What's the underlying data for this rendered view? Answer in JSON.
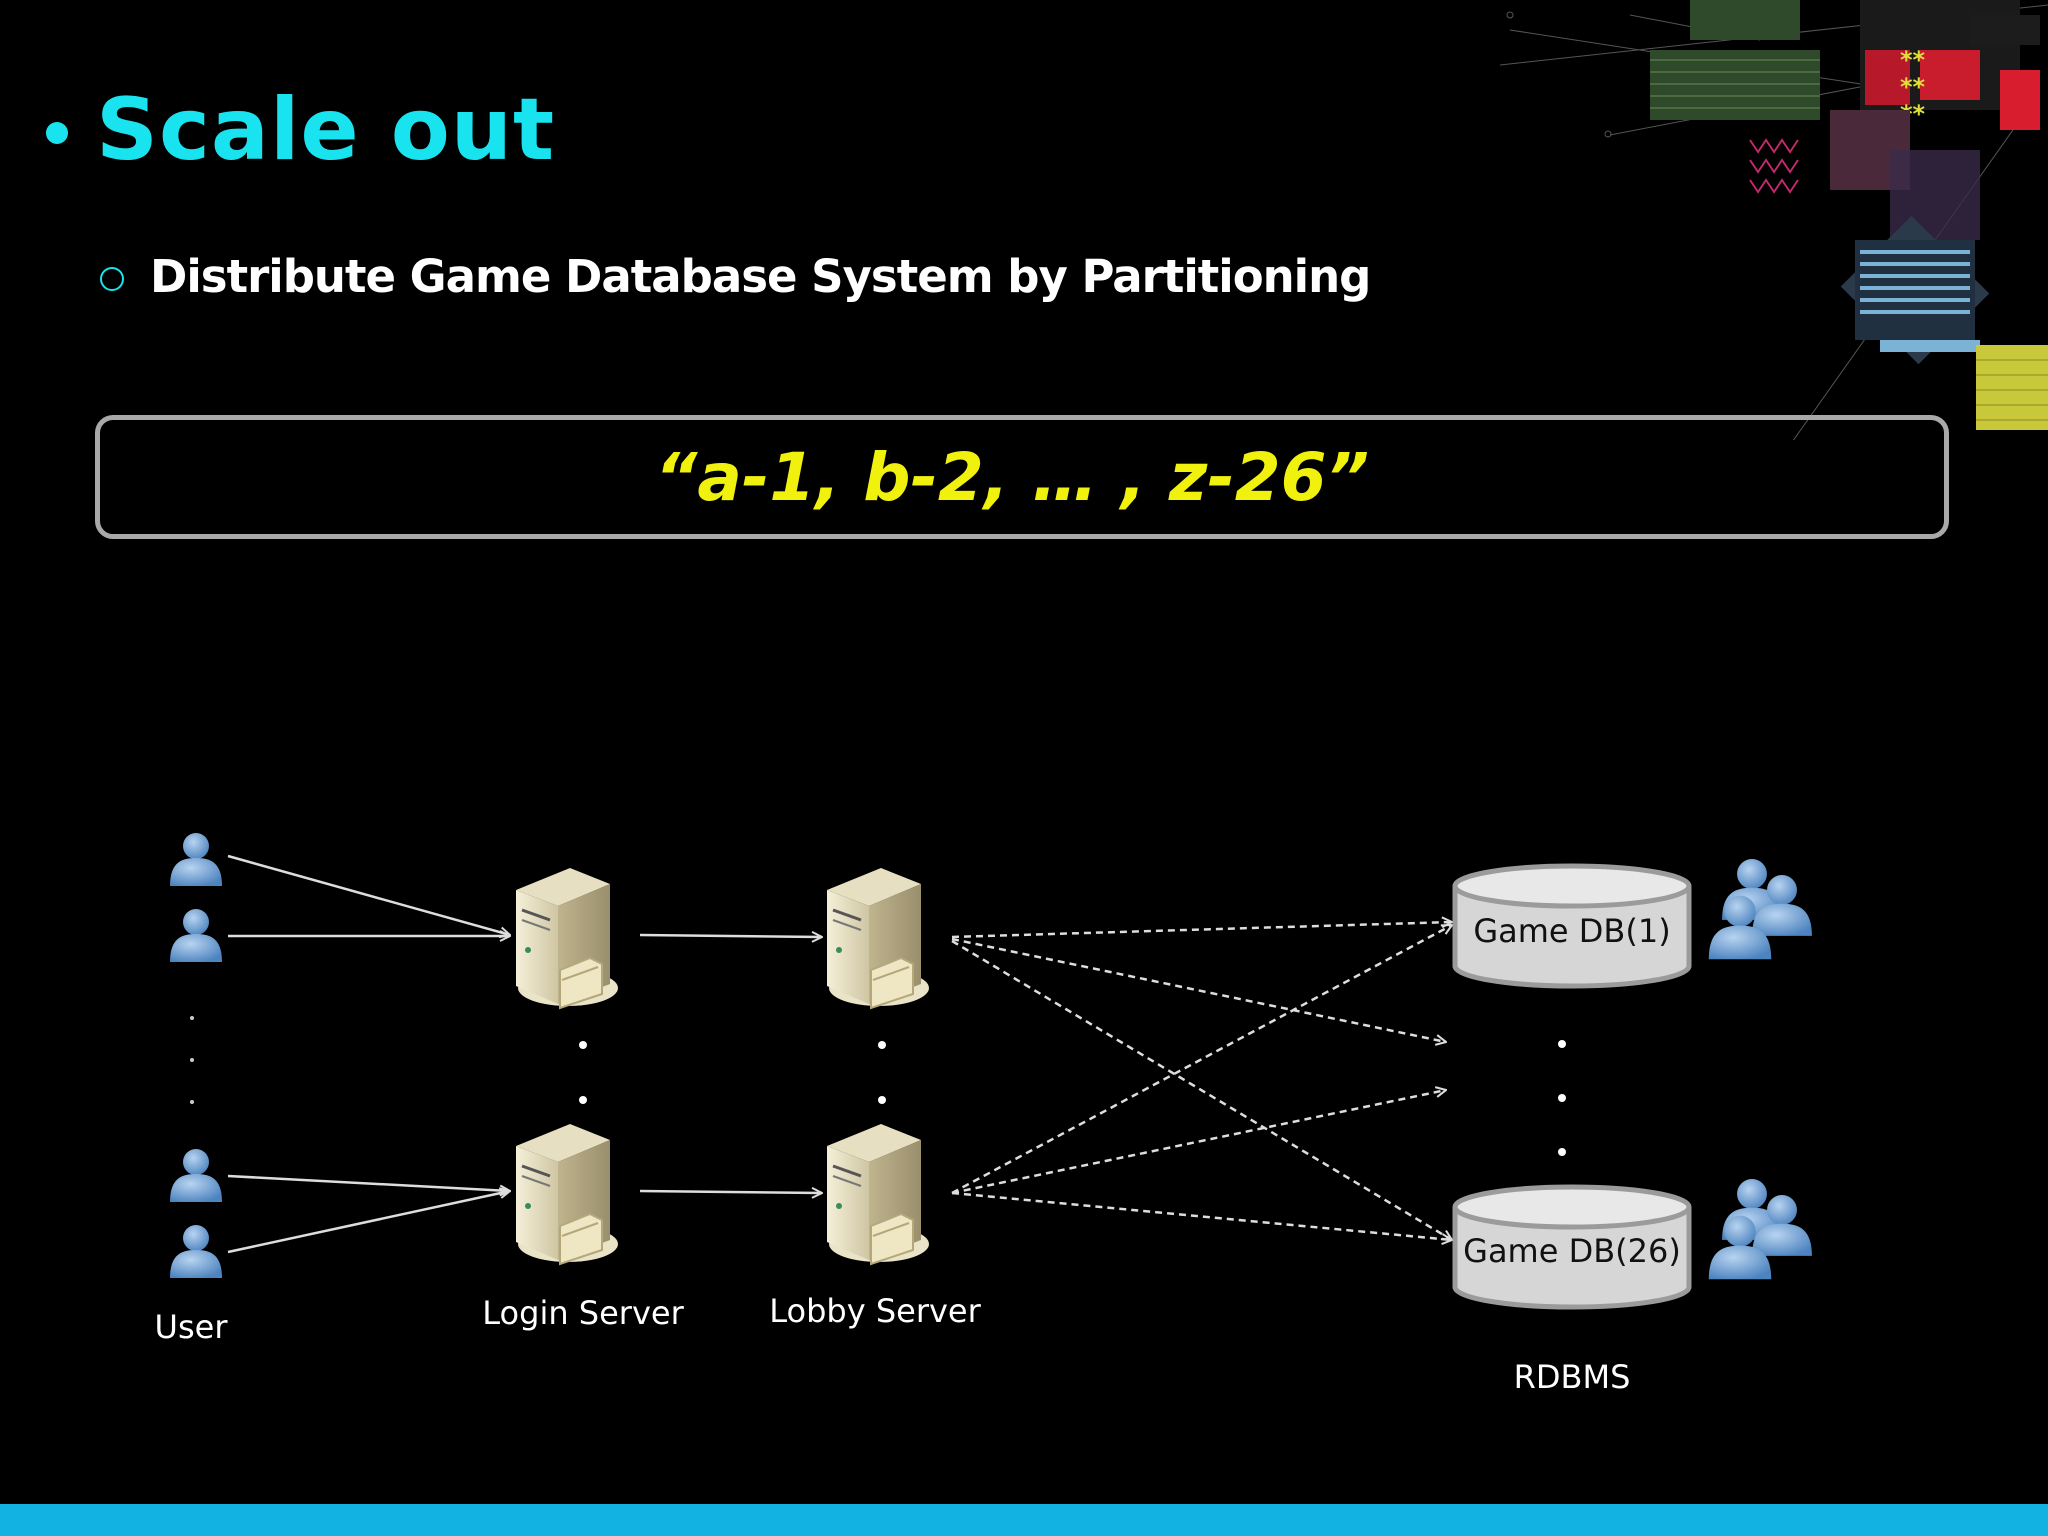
{
  "slide": {
    "title": "Scale out",
    "subtitle": "Distribute Game Database System by Partitioning",
    "quote": "“a-1, b-2, … , z-26”"
  },
  "diagram": {
    "labels": {
      "user": "User",
      "login_server": "Login Server",
      "lobby_server": "Lobby Server",
      "rdbms": "RDBMS"
    },
    "databases": [
      "Game DB(1)",
      "Game DB(26)"
    ]
  },
  "colors": {
    "accent": "#19e3ef",
    "quote": "#f1f10e",
    "box_border": "#a9a9a9",
    "bottom_bar": "#12b3e3"
  }
}
